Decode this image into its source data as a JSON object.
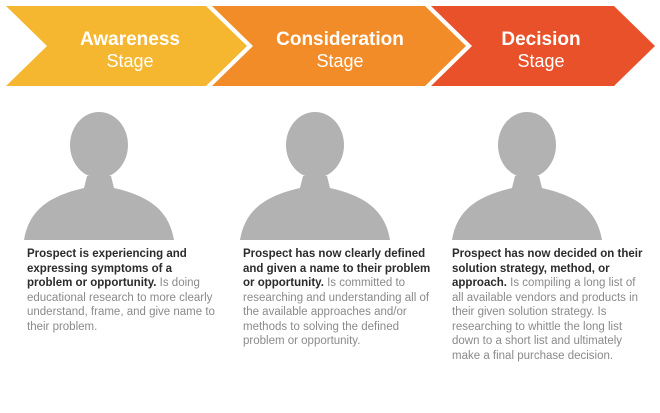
{
  "stages": [
    {
      "title": "Awareness",
      "subtitle": "Stage",
      "color": "#f5b730",
      "lead": "Prospect is experiencing and expressing symptoms of a problem or opportunity.",
      "detail": "Is doing educational research to more clearly understand, frame, and give name to their problem."
    },
    {
      "title": "Consideration",
      "subtitle": "Stage",
      "color": "#f28c28",
      "lead": "Prospect has now clearly defined and given a name to their problem or opportunity.",
      "detail": "Is committed to researching and understanding all of the available approaches and/or methods to solving the defined problem or opportunity."
    },
    {
      "title": "Decision",
      "subtitle": "Stage",
      "color": "#e9512a",
      "lead": "Prospect has now decided on their solution strategy, method, or approach.",
      "detail": "Is compiling a long list of all available vendors and products in their given solution strategy. Is researching to whittle the long list down to a short list and ultimately make a final purchase decision."
    }
  ],
  "icons": {
    "person": "person-silhouette-icon",
    "person_color": "#b2b2b2"
  }
}
